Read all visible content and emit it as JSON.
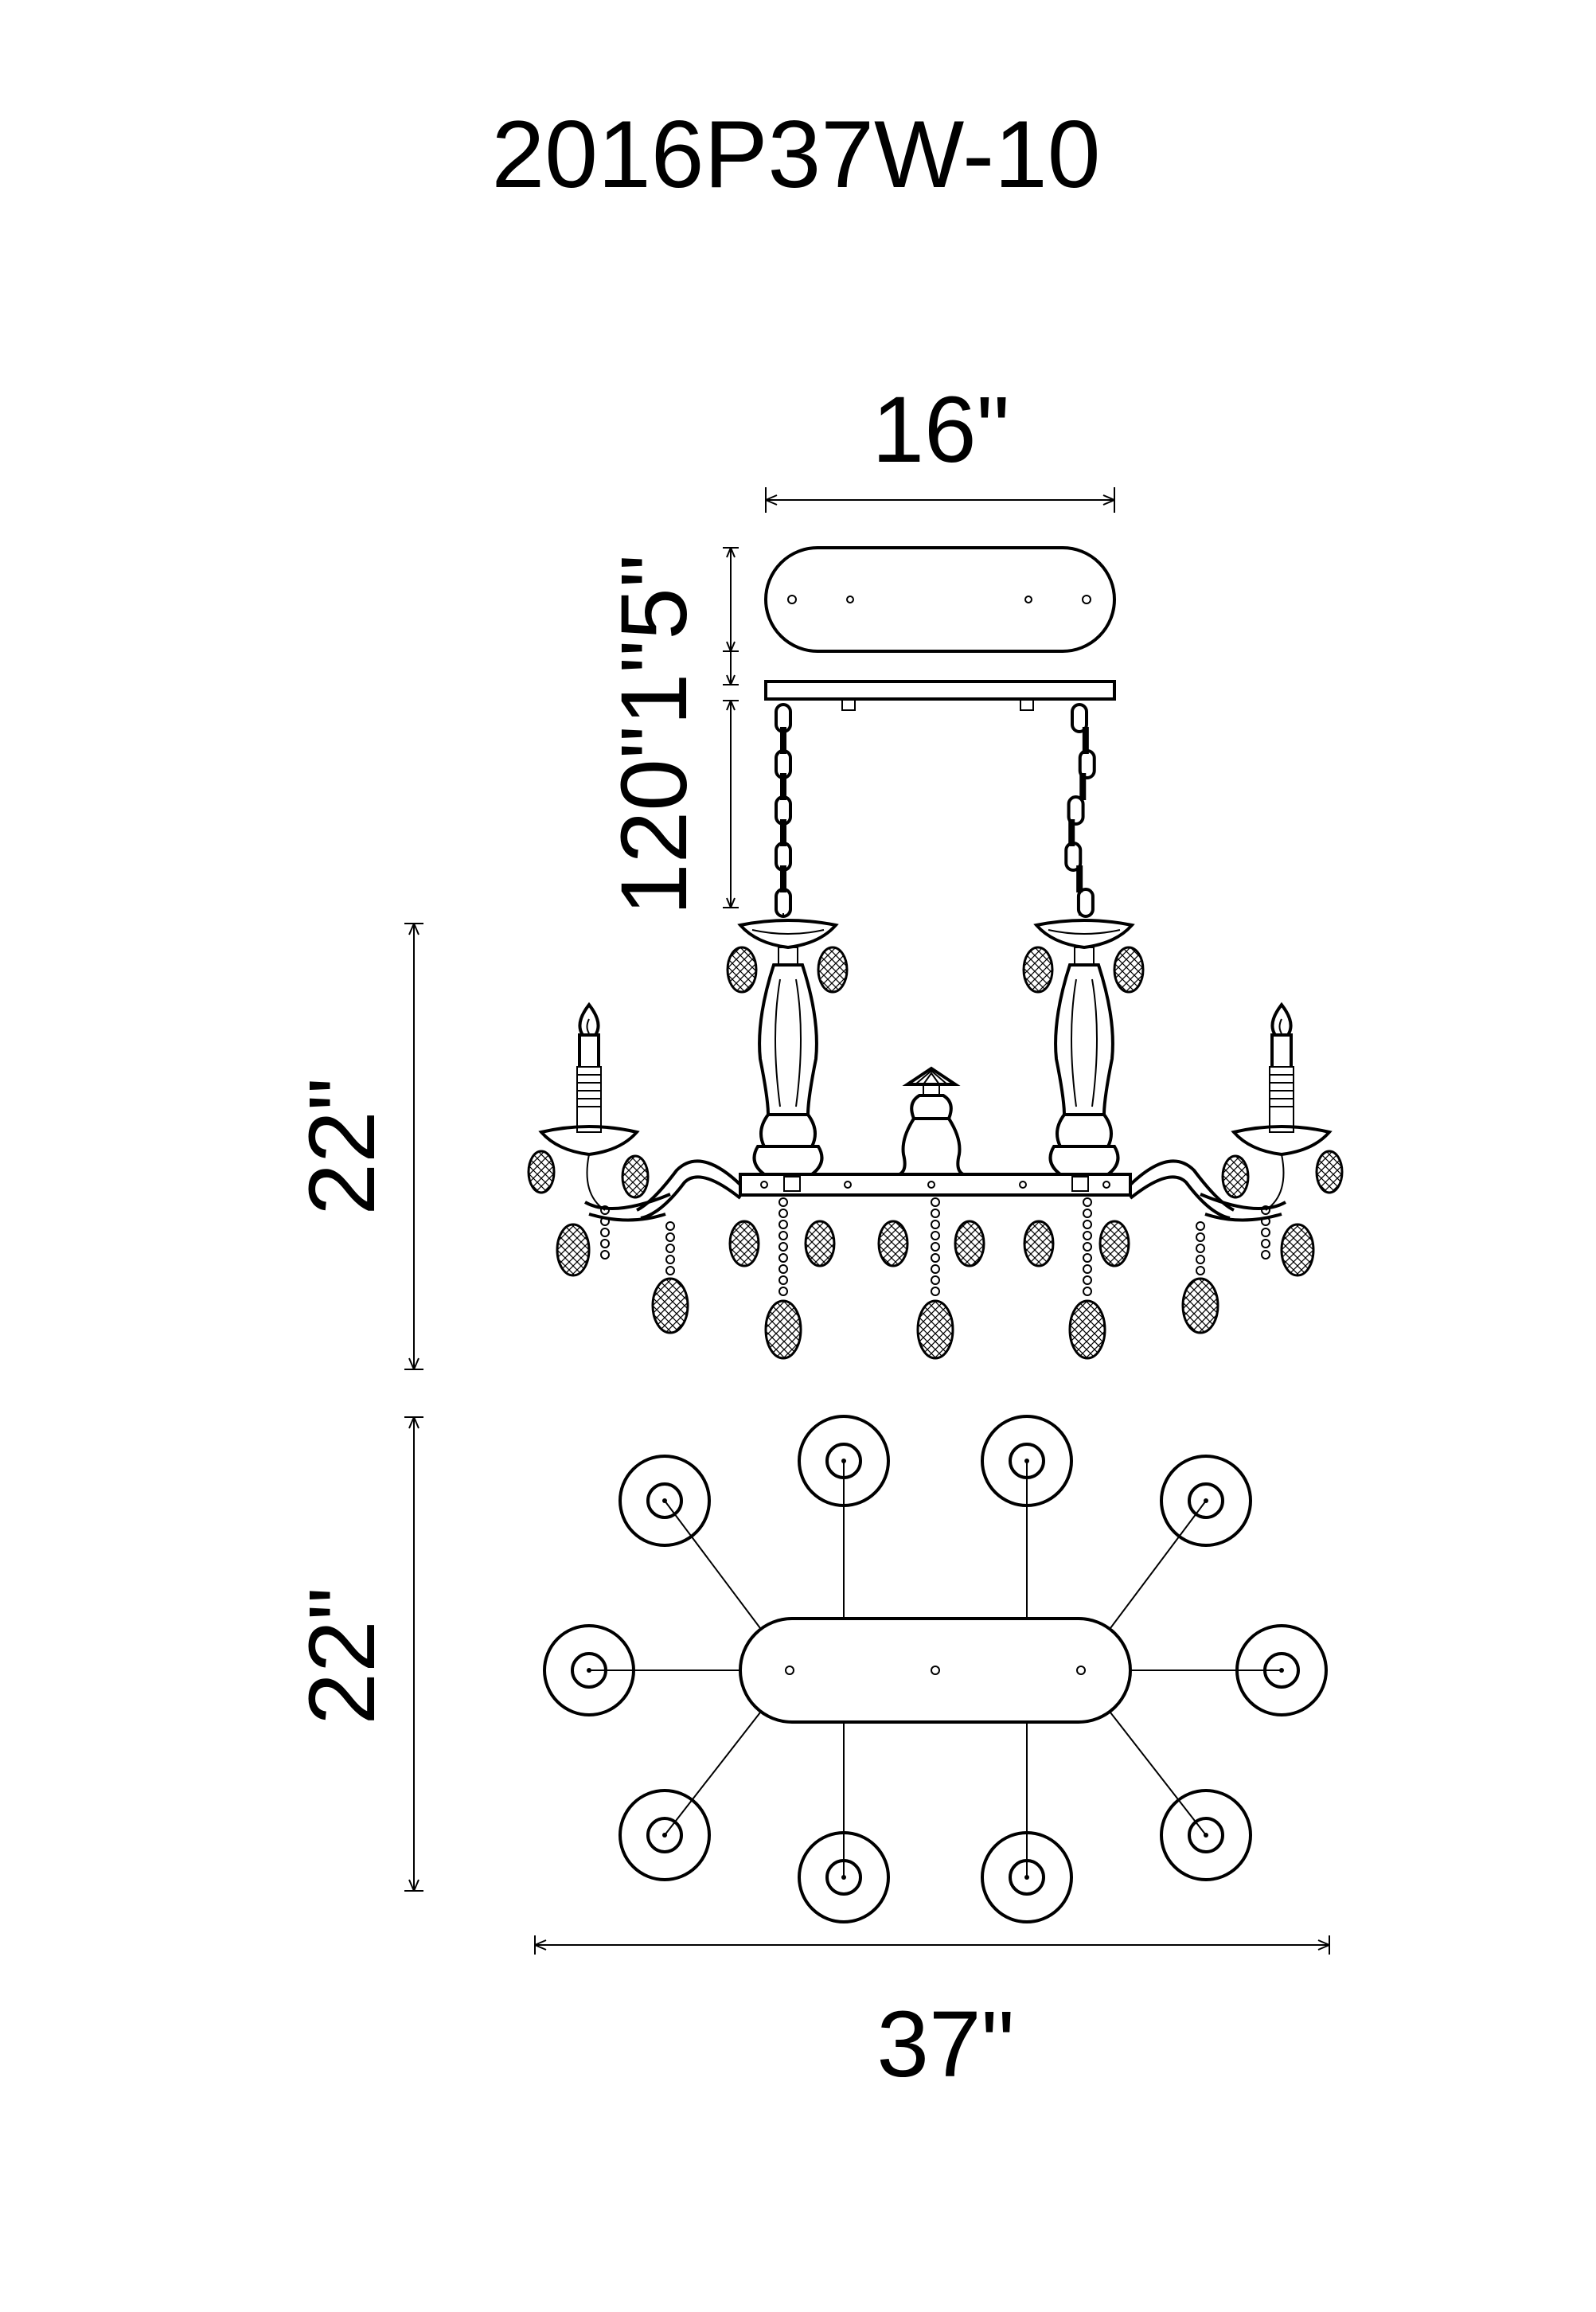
{
  "model_number": "2016P37W-10",
  "dimensions": {
    "canopy_width": "16\"",
    "canopy_height": "5\"",
    "canopy_gap": "1\"",
    "chain_length": "120\"",
    "fixture_height": "22\"",
    "fixture_depth": "22\"",
    "fixture_width": "37\""
  },
  "colors": {
    "line": "#000000",
    "background": "#ffffff"
  }
}
